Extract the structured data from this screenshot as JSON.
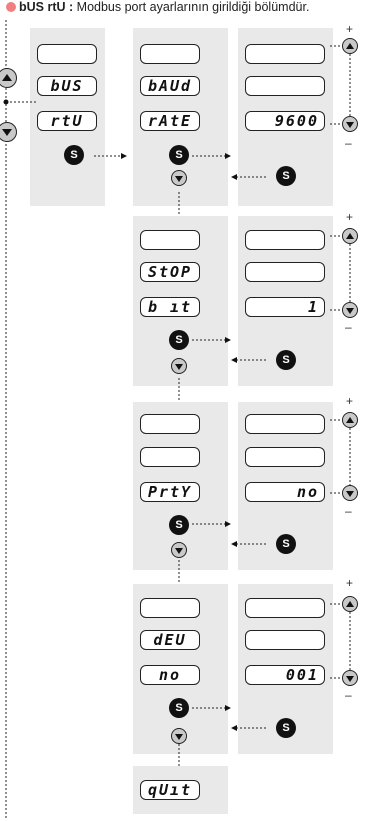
{
  "header": {
    "term": "bUS rtU :",
    "description": "Modbus port ayarlarının girildiği bölümdür."
  },
  "s_label": "S",
  "plus": "+",
  "minus": "–",
  "menu": {
    "line1": "bUS",
    "line2": "rtU"
  },
  "baud": {
    "line1": "bAUd",
    "line2": "rAtE",
    "value": "9600"
  },
  "stop": {
    "line1": "StOP",
    "line2": "b ıt",
    "value": "1"
  },
  "parity": {
    "line1": "PrtY",
    "value": "no"
  },
  "device": {
    "line1": "dEU",
    "line2": "no",
    "value": "001"
  },
  "quit": {
    "line1": "qUıt"
  },
  "colors": {
    "panel": "#e9e9e9",
    "bullet": "#f08080",
    "arrow_button": "#c9c9c9"
  }
}
